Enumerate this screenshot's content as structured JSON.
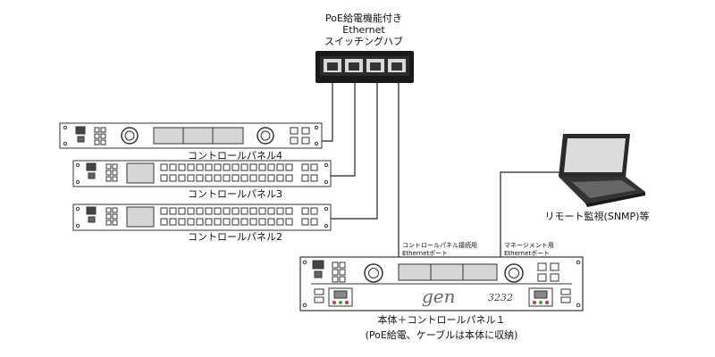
{
  "switch": {
    "title_line1": "PoE給電機能付き",
    "title_line2": "Ethernet",
    "title_line3": "スイッチングハブ"
  },
  "panels": [
    {
      "label": "コントロールパネル4"
    },
    {
      "label": "コントロールパネル3"
    },
    {
      "label": "コントロールパネル2"
    }
  ],
  "monitor": {
    "label": "リモート監視(SNMP)等"
  },
  "main_unit": {
    "port_control_line1": "コントロールパネル接続用",
    "port_control_line2": "Ethernetポート",
    "port_mgmt_line1": "マネージメント用",
    "port_mgmt_line2": "Ethernetポート",
    "brand": "gen",
    "model": "3232",
    "label": "本体＋コントロールパネル１",
    "note": "(PoE給電、ケーブルは本体に収納)"
  }
}
